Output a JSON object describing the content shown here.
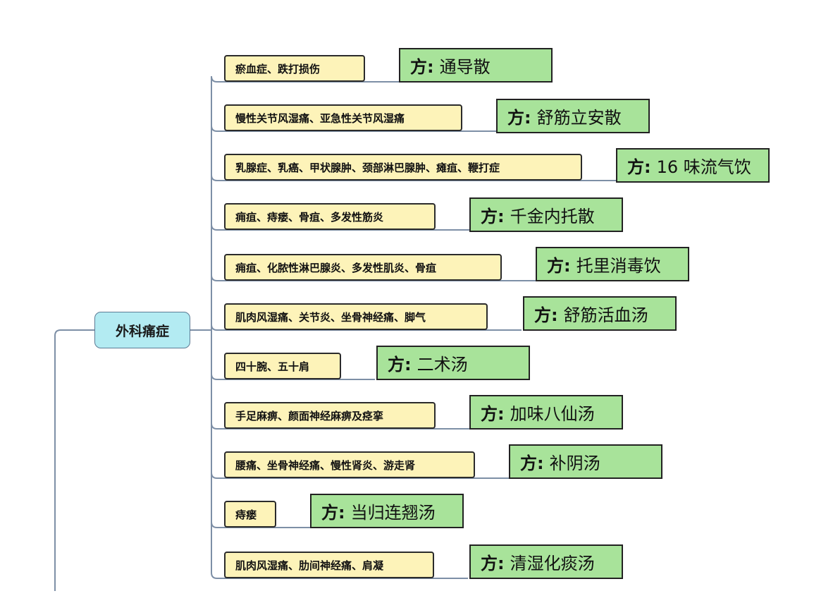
{
  "root": {
    "label": "外科痛症"
  },
  "rx_prefix": "方:",
  "branches": [
    {
      "condition": "瘀血症、跌打损伤",
      "formula": "通导散"
    },
    {
      "condition": "慢性关节风湿痛、亚急性关节风湿痛",
      "formula": "舒筋立安散"
    },
    {
      "condition": "乳腺症、乳癌、甲状腺肿、颈部淋巴腺肿、瘫疽、鞭打症",
      "formula": "16 味流气饮"
    },
    {
      "condition": "痈疽、痔瘘、骨疽、多发性筋炎",
      "formula": "千金内托散"
    },
    {
      "condition": "痈疽、化脓性淋巴腺炎、多发性肌炎、骨疽",
      "formula": "托里消毒饮"
    },
    {
      "condition": "肌肉风湿痛、关节炎、坐骨神经痛、脚气",
      "formula": "舒筋活血汤"
    },
    {
      "condition": "四十腕、五十肩",
      "formula": "二术汤"
    },
    {
      "condition": "手足麻痹、颜面神经麻痹及痉挛",
      "formula": "加味八仙汤"
    },
    {
      "condition": "腰痛、坐骨神经痛、慢性肾炎、游走肾",
      "formula": "补阴汤"
    },
    {
      "condition": "痔瘘",
      "formula": "当归连翘汤"
    },
    {
      "condition": "肌肉风湿痛、肋间神经痛、肩凝",
      "formula": "清湿化痰汤"
    }
  ]
}
